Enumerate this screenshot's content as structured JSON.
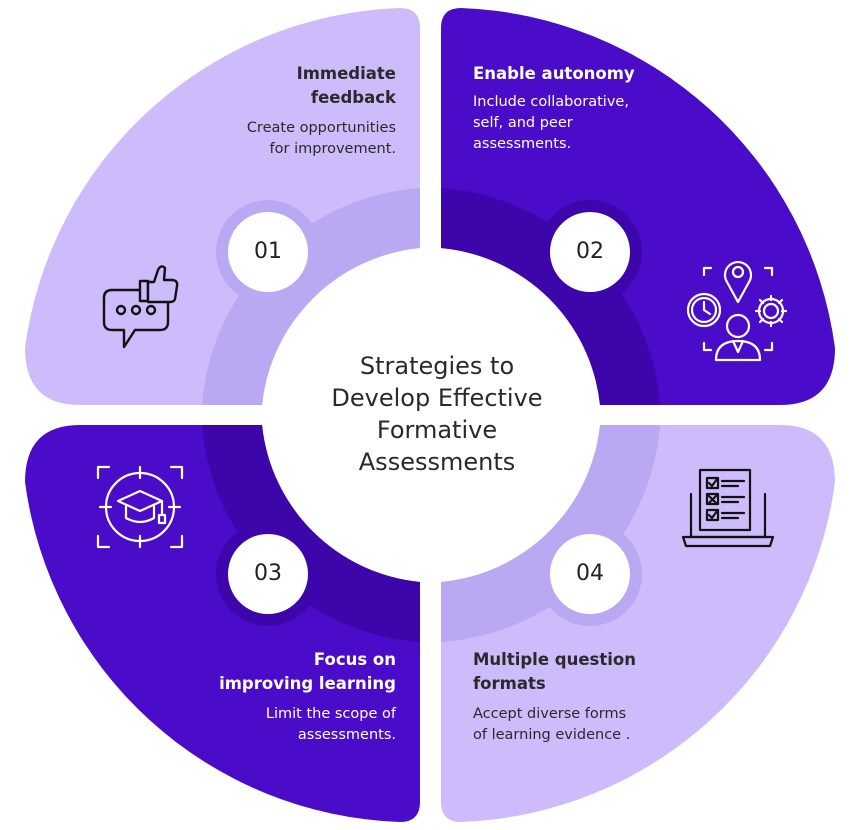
{
  "title": "Strategies to Develop Effective Formative Assessments",
  "colors": {
    "light": "#cdbbfb",
    "dark": "#4a0cc8",
    "ring_light": "#b9aaf0",
    "ring_dark": "#3c05a6"
  },
  "quadrants": [
    {
      "number": "01",
      "title_lines": [
        "Immediate",
        "feedback"
      ],
      "desc_lines": [
        "Create opportunities",
        "for improvement."
      ],
      "icon": "feedback-thumbs-up-icon",
      "theme": "light"
    },
    {
      "number": "02",
      "title_lines": [
        "Enable autonomy"
      ],
      "desc_lines": [
        "Include collaborative,",
        "self, and peer",
        "assessments."
      ],
      "icon": "person-location-clock-gear-icon",
      "theme": "dark"
    },
    {
      "number": "03",
      "title_lines": [
        "Focus on",
        "improving learning"
      ],
      "desc_lines": [
        "Limit the scope of",
        "assessments."
      ],
      "icon": "graduation-cap-target-icon",
      "theme": "dark"
    },
    {
      "number": "04",
      "title_lines": [
        "Multiple question",
        "formats"
      ],
      "desc_lines": [
        "Accept diverse forms",
        "of learning evidence ."
      ],
      "icon": "laptop-checklist-icon",
      "theme": "light"
    }
  ]
}
